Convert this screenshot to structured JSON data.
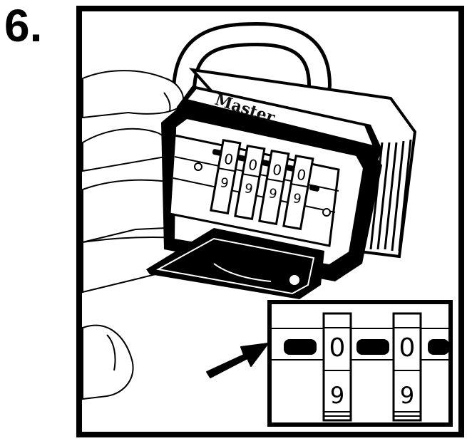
{
  "step": {
    "number": "6."
  },
  "lock": {
    "brand": "Master",
    "dials": [
      {
        "top": "0",
        "bottom": "9"
      },
      {
        "top": "0",
        "bottom": "9"
      },
      {
        "top": "0",
        "bottom": "9"
      },
      {
        "top": "0",
        "bottom": "9"
      }
    ]
  },
  "inset": {
    "dials": [
      {
        "top": "0",
        "bottom": "9"
      },
      {
        "top": "0",
        "bottom": "9"
      }
    ]
  },
  "icons": {
    "arrow": "pointer-arrow-icon"
  },
  "colors": {
    "ink": "#000000",
    "paper": "#ffffff"
  }
}
